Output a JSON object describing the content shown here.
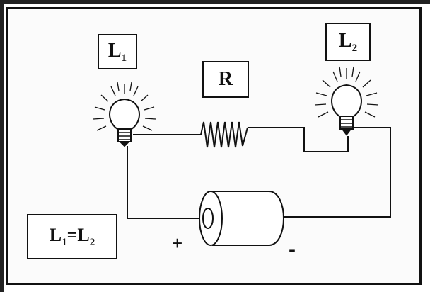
{
  "labels": {
    "lamp1": {
      "letter": "L",
      "sub": "1"
    },
    "lamp2": {
      "letter": "L",
      "sub": "2"
    },
    "resistor": "R",
    "equation": {
      "a_letter": "L",
      "a_sub": "1",
      "eq": "=",
      "b_letter": "L",
      "b_sub": "2"
    }
  },
  "battery": {
    "plus": "+",
    "minus": "-"
  },
  "colors": {
    "ink": "#111111",
    "paper": "#fbfbfb"
  }
}
